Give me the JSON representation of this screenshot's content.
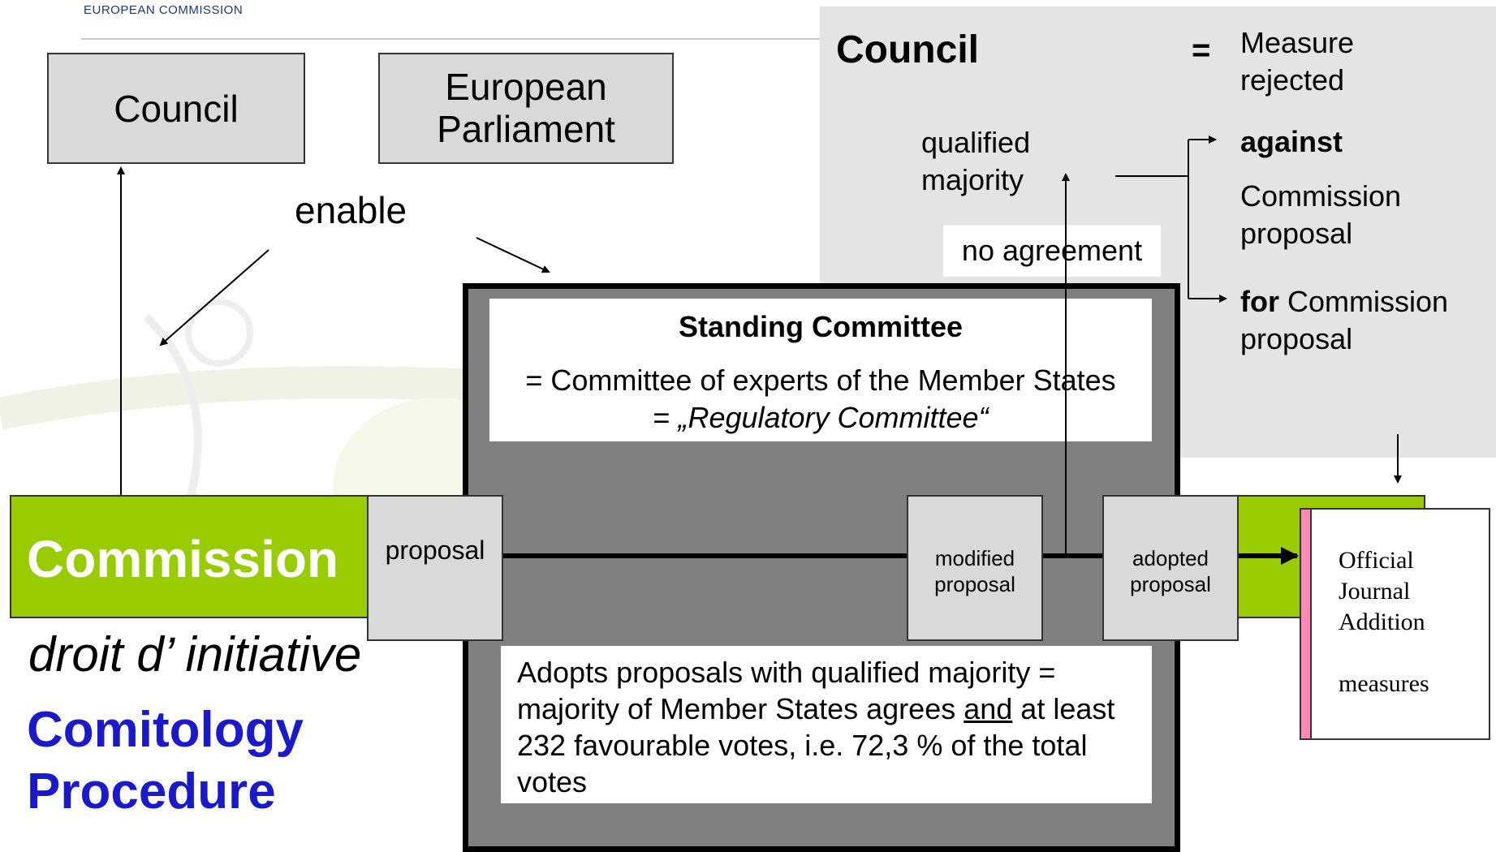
{
  "header": {
    "org": "EUROPEAN COMMISSION"
  },
  "top_boxes": {
    "council": "Council",
    "parliament": "European Parliament",
    "enable": "enable"
  },
  "council_panel": {
    "title": "Council",
    "equals": "=",
    "measure_rejected": "Measure rejected",
    "qualified_majority": "qualified majority",
    "against": "against",
    "commission_proposal": "Commission proposal",
    "for_bold": "for",
    "for_rest": " Commission proposal",
    "no_agreement": "no agreement"
  },
  "commission": {
    "title": "Commission"
  },
  "standing_committee": {
    "title": "Standing Committee",
    "line1": "= Committee of experts of the Member States",
    "line2_prefix": "= ",
    "line2_italic": "„Regulatory Committee“",
    "adopts_1": "Adopts proposals with qualified majority = majority of Member States agrees ",
    "adopts_and": "and",
    "adopts_2": " at least 232 favourable votes, i.e. 72,3 % of the total votes"
  },
  "flow": {
    "proposal": "proposal",
    "modified_proposal": "modified proposal",
    "adopted_proposal": "adopted proposal"
  },
  "official_journal": {
    "line1": "Official",
    "line2": "Journal",
    "line3": "Addition",
    "line4": "measures"
  },
  "footer": {
    "droit": "droit d’ initiative",
    "comitology": "Comitology",
    "procedure": "Procedure"
  }
}
